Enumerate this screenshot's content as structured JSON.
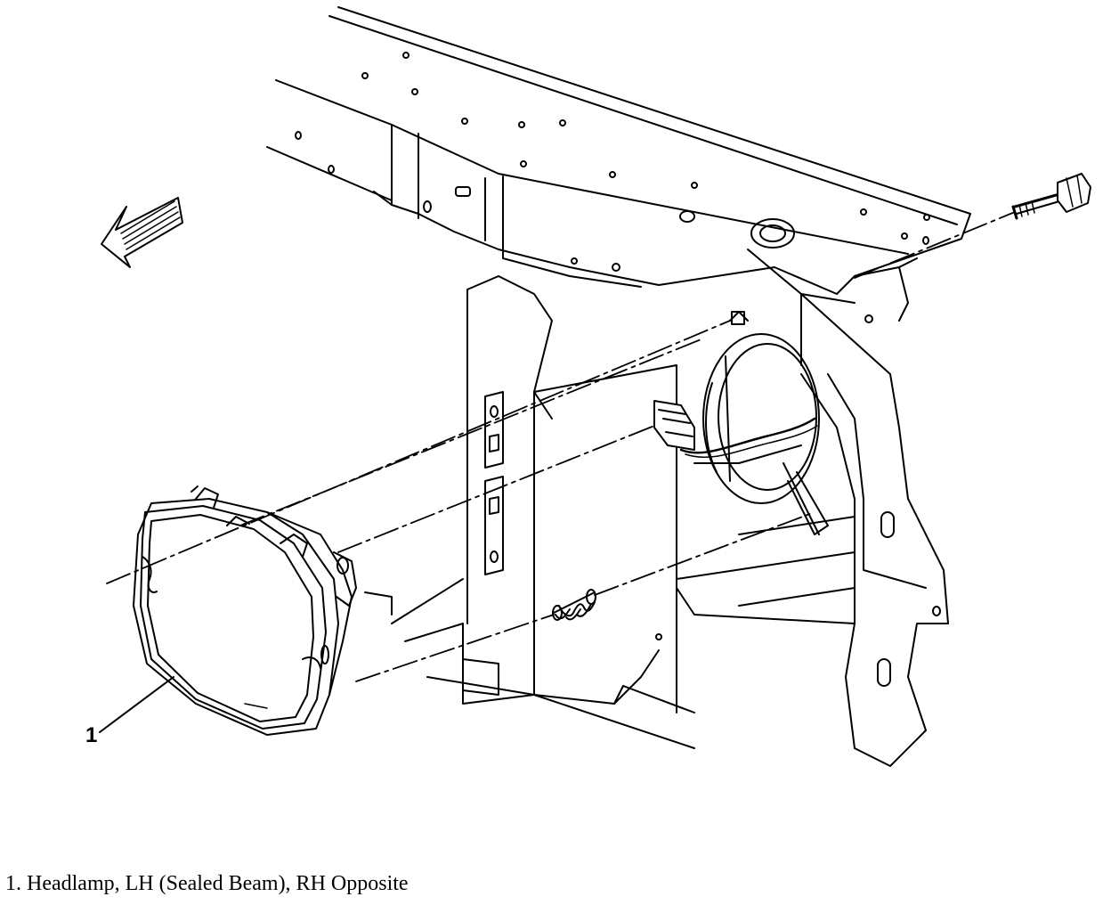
{
  "diagram": {
    "callouts": [
      {
        "number": "1"
      }
    ],
    "legend": [
      {
        "number": "1",
        "text": "1. Headlamp, LH (Sealed Beam), RH Opposite"
      }
    ],
    "icons": [
      "front-direction-arrow-icon",
      "mounting-bolt-icon",
      "retaining-spring-icon",
      "electrical-connector-icon"
    ],
    "colors": {
      "line": "#000000",
      "background": "#ffffff"
    }
  }
}
